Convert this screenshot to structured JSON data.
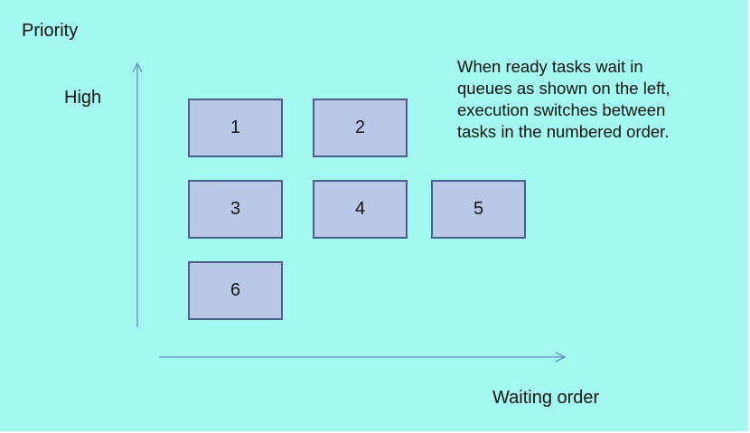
{
  "labels": {
    "priority": "Priority",
    "high": "High",
    "waiting_order": "Waiting order"
  },
  "note_lines": [
    "When ready tasks wait in",
    "queues as shown on the left,",
    "execution switches between",
    "tasks in the numbered order."
  ],
  "tasks": [
    "1",
    "2",
    "3",
    "4",
    "5",
    "6"
  ],
  "colors": {
    "background": "#a3f8f0",
    "task_fill": "#b8c8e6",
    "task_border": "#4a5f86",
    "axis": "#5f8fc7"
  }
}
